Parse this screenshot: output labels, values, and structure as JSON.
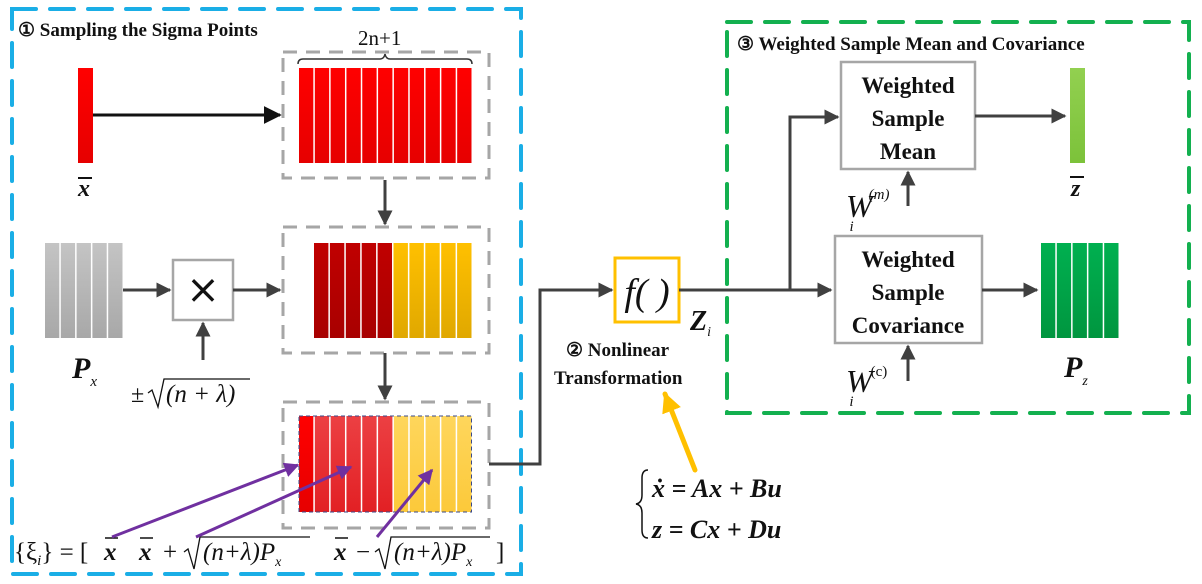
{
  "sections": {
    "sampling": {
      "number": "①",
      "title": "Sampling the Sigma Points"
    },
    "nonlinear": {
      "number": "②",
      "title_line1": "Nonlinear",
      "title_line2": "Transformation"
    },
    "weighted": {
      "number": "③",
      "title": "Weighted Sample Mean and Covariance"
    }
  },
  "labels": {
    "count": "2n+1",
    "x_mean": "x",
    "P_x_main": "P",
    "P_x_sub": "x",
    "multiply": "×",
    "scale_pm": "±",
    "scale_expr": "(n + λ)",
    "f_box": "f( )",
    "Z_main": "Z",
    "Z_sub": "i",
    "z_mean": "z",
    "P_z_main": "P",
    "P_z_sub": "z",
    "W_m_main": "W",
    "W_m_sup": "(m)",
    "W_m_sub": "i",
    "W_c_main": "W",
    "W_c_sup": "(c)",
    "W_c_sub": "i"
  },
  "boxes": {
    "mean_line1": "Weighted",
    "mean_line2": "Sample",
    "mean_line3": "Mean",
    "cov_line1": "Weighted",
    "cov_line2": "Sample",
    "cov_line3": "Covariance"
  },
  "formula": {
    "lhs": "{ξ",
    "lhs_sub": "i",
    "lhs_end": "} = [",
    "term1": "x",
    "term2_a": "x",
    "term2_b": "+",
    "term2_rad": "(n+λ)P",
    "term2_sub": "x",
    "term3_a": "x",
    "term3_b": "−",
    "term3_rad": "(n+λ)P",
    "term3_sub": "x",
    "close": "]"
  },
  "system": {
    "eq1": "ẋ = Ax + Bu",
    "eq2": "z = Cx + Du"
  },
  "colors": {
    "section1_border": "#1aaee6",
    "section3_border": "#13b04f",
    "stage_border": "#a6a6a6",
    "arrow": "#404040",
    "f_border": "#ffc000",
    "annotation_arrow": "#7030a0",
    "system_arrow": "#ffc000",
    "red": "#ff0000",
    "dark_red": "#b30000",
    "amber": "#fbbf00",
    "light_red": "#e8363a",
    "light_amber": "#fdd04a",
    "grey": "#bdbdbd",
    "lime": "#8cc63f",
    "green": "#00a650"
  },
  "matrices": {
    "sigma_columns": 11,
    "half_columns": 5,
    "cov_columns": 5
  }
}
